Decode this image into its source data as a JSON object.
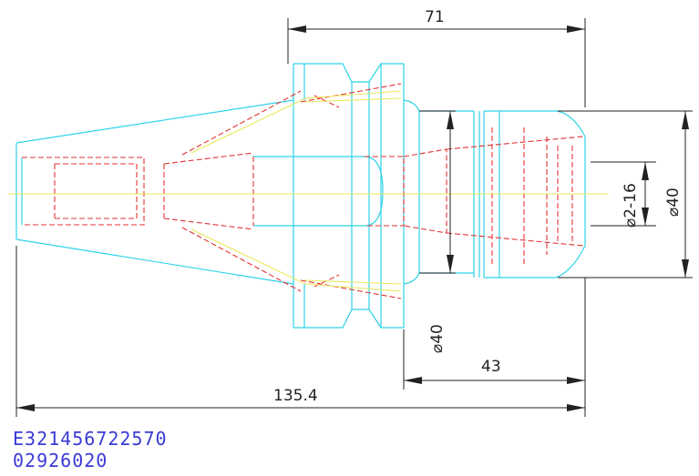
{
  "drawing": {
    "dimensions": {
      "top_length": "71",
      "flange_diameter": "⌀40",
      "nose_length": "43",
      "overall_length": "135.4",
      "collet_range": "⌀2-16",
      "nose_diameter": "⌀40"
    },
    "codes": {
      "part_code": "E321456722570",
      "item_code": "02926020"
    },
    "colors": {
      "outline": "#2fd3e8",
      "hidden": "#e33333",
      "center": "#e8e85a",
      "dimension": "#222222",
      "code_text": "#3a3ad6"
    }
  }
}
